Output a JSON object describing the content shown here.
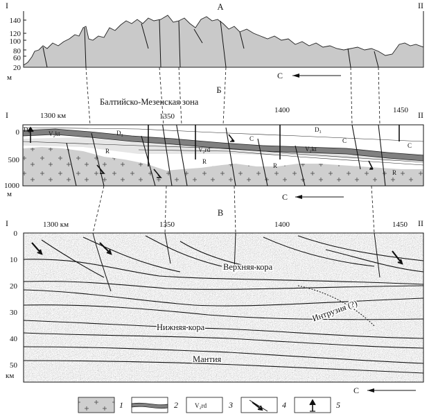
{
  "panel_a": {
    "title": "А",
    "section_left": "I",
    "section_right": "II",
    "y_ticks": [
      "140",
      "120",
      "100",
      "80",
      "60",
      "20"
    ],
    "y_unit": "м",
    "direction": "С"
  },
  "panel_b": {
    "title": "Б",
    "zone_label": "Балтийско-Мезенская зона",
    "section_left": "I",
    "section_right": "II",
    "x_ticks": [
      "1300 км",
      "1350",
      "1400",
      "1450"
    ],
    "y_ticks": [
      "0",
      "500",
      "1000"
    ],
    "y_unit": "м",
    "direction": "С",
    "units": {
      "d3": "D₃",
      "v2kt": "V₂kt",
      "v2rd": "V₂rd",
      "r": "R",
      "c": "C"
    }
  },
  "panel_v": {
    "title": "В",
    "section_left": "I",
    "section_right": "II",
    "x_ticks": [
      "1300 км",
      "1350",
      "1400",
      "1450"
    ],
    "y_ticks": [
      "0",
      "10",
      "20",
      "30",
      "40",
      "50"
    ],
    "y_unit": "км",
    "labels": {
      "upper_crust": "Верхняя кора",
      "lower_crust": "Нижняя кора",
      "intrusion": "Интрузия (?)",
      "mantle": "Мантия"
    },
    "direction": "С"
  },
  "legend": [
    {
      "num": "1",
      "symbol": "basement"
    },
    {
      "num": "2",
      "symbol": "marker-horizon"
    },
    {
      "num": "3",
      "symbol": "unit-index",
      "text": "V₂rd"
    },
    {
      "num": "4",
      "symbol": "fault-arrow"
    },
    {
      "num": "5",
      "symbol": "well"
    }
  ],
  "colors": {
    "topography_fill": "#c9c9c9",
    "basement_fill": "#cfcfcf",
    "marker_horizon": "#808080",
    "seismic_bg": "#bdbdbd"
  }
}
